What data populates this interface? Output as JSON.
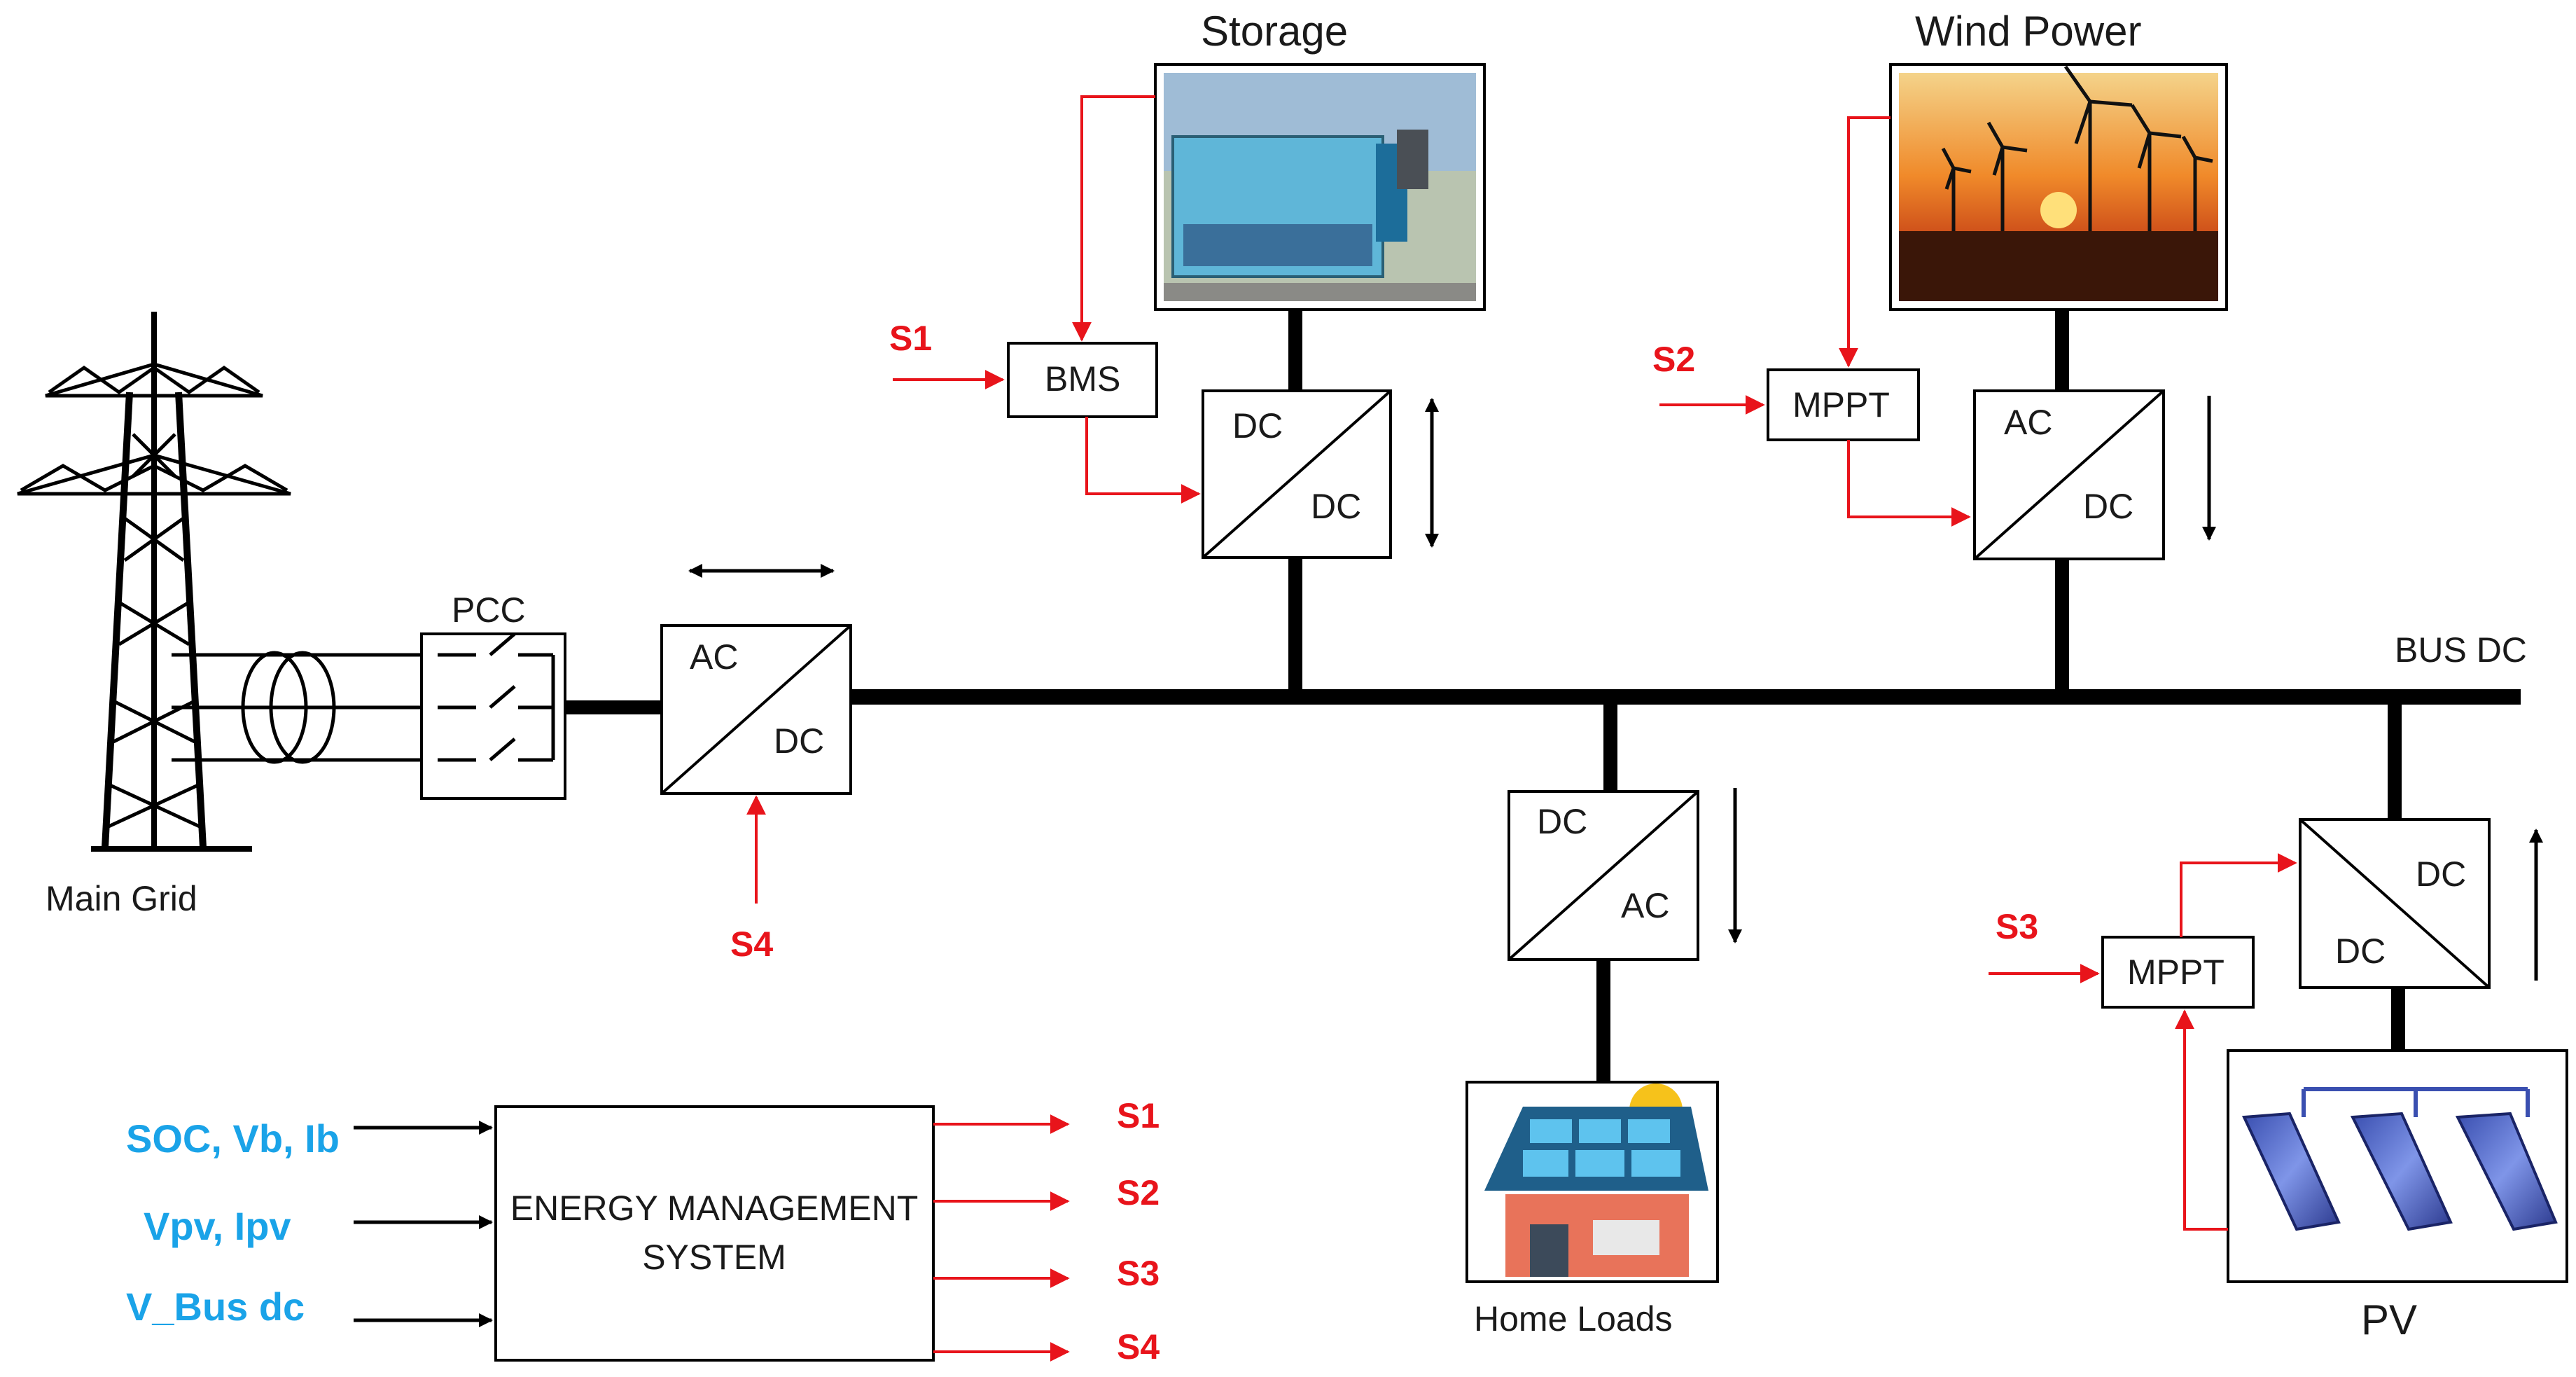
{
  "labels": {
    "storage": "Storage",
    "wind_power": "Wind Power",
    "pcc": "PCC",
    "main_grid": "Main Grid",
    "bus_dc": "BUS DC",
    "home_loads": "Home Loads",
    "pv": "PV"
  },
  "converters": {
    "storage": {
      "top": "DC",
      "bottom": "DC"
    },
    "wind": {
      "top": "AC",
      "bottom": "DC"
    },
    "grid": {
      "top": "AC",
      "bottom": "DC"
    },
    "load": {
      "top": "DC",
      "bottom": "AC"
    },
    "pv": {
      "top": "DC",
      "bottom": "DC"
    }
  },
  "controllers": {
    "bms": "BMS",
    "mppt_wind": "MPPT",
    "mppt_pv": "MPPT"
  },
  "signals": {
    "s1": "S1",
    "s2": "S2",
    "s3": "S3",
    "s4": "S4"
  },
  "ems": {
    "line1": "ENERGY MANAGEMENT",
    "line2": "SYSTEM",
    "inputs": [
      "SOC, Vb, Ib",
      "Vpv, Ipv",
      "V_Bus dc"
    ],
    "outputs": [
      "S1",
      "S2",
      "S3",
      "S4"
    ]
  },
  "colors": {
    "signal": "#e8141b",
    "input_text": "#1aa3e8",
    "line": "#000000"
  }
}
